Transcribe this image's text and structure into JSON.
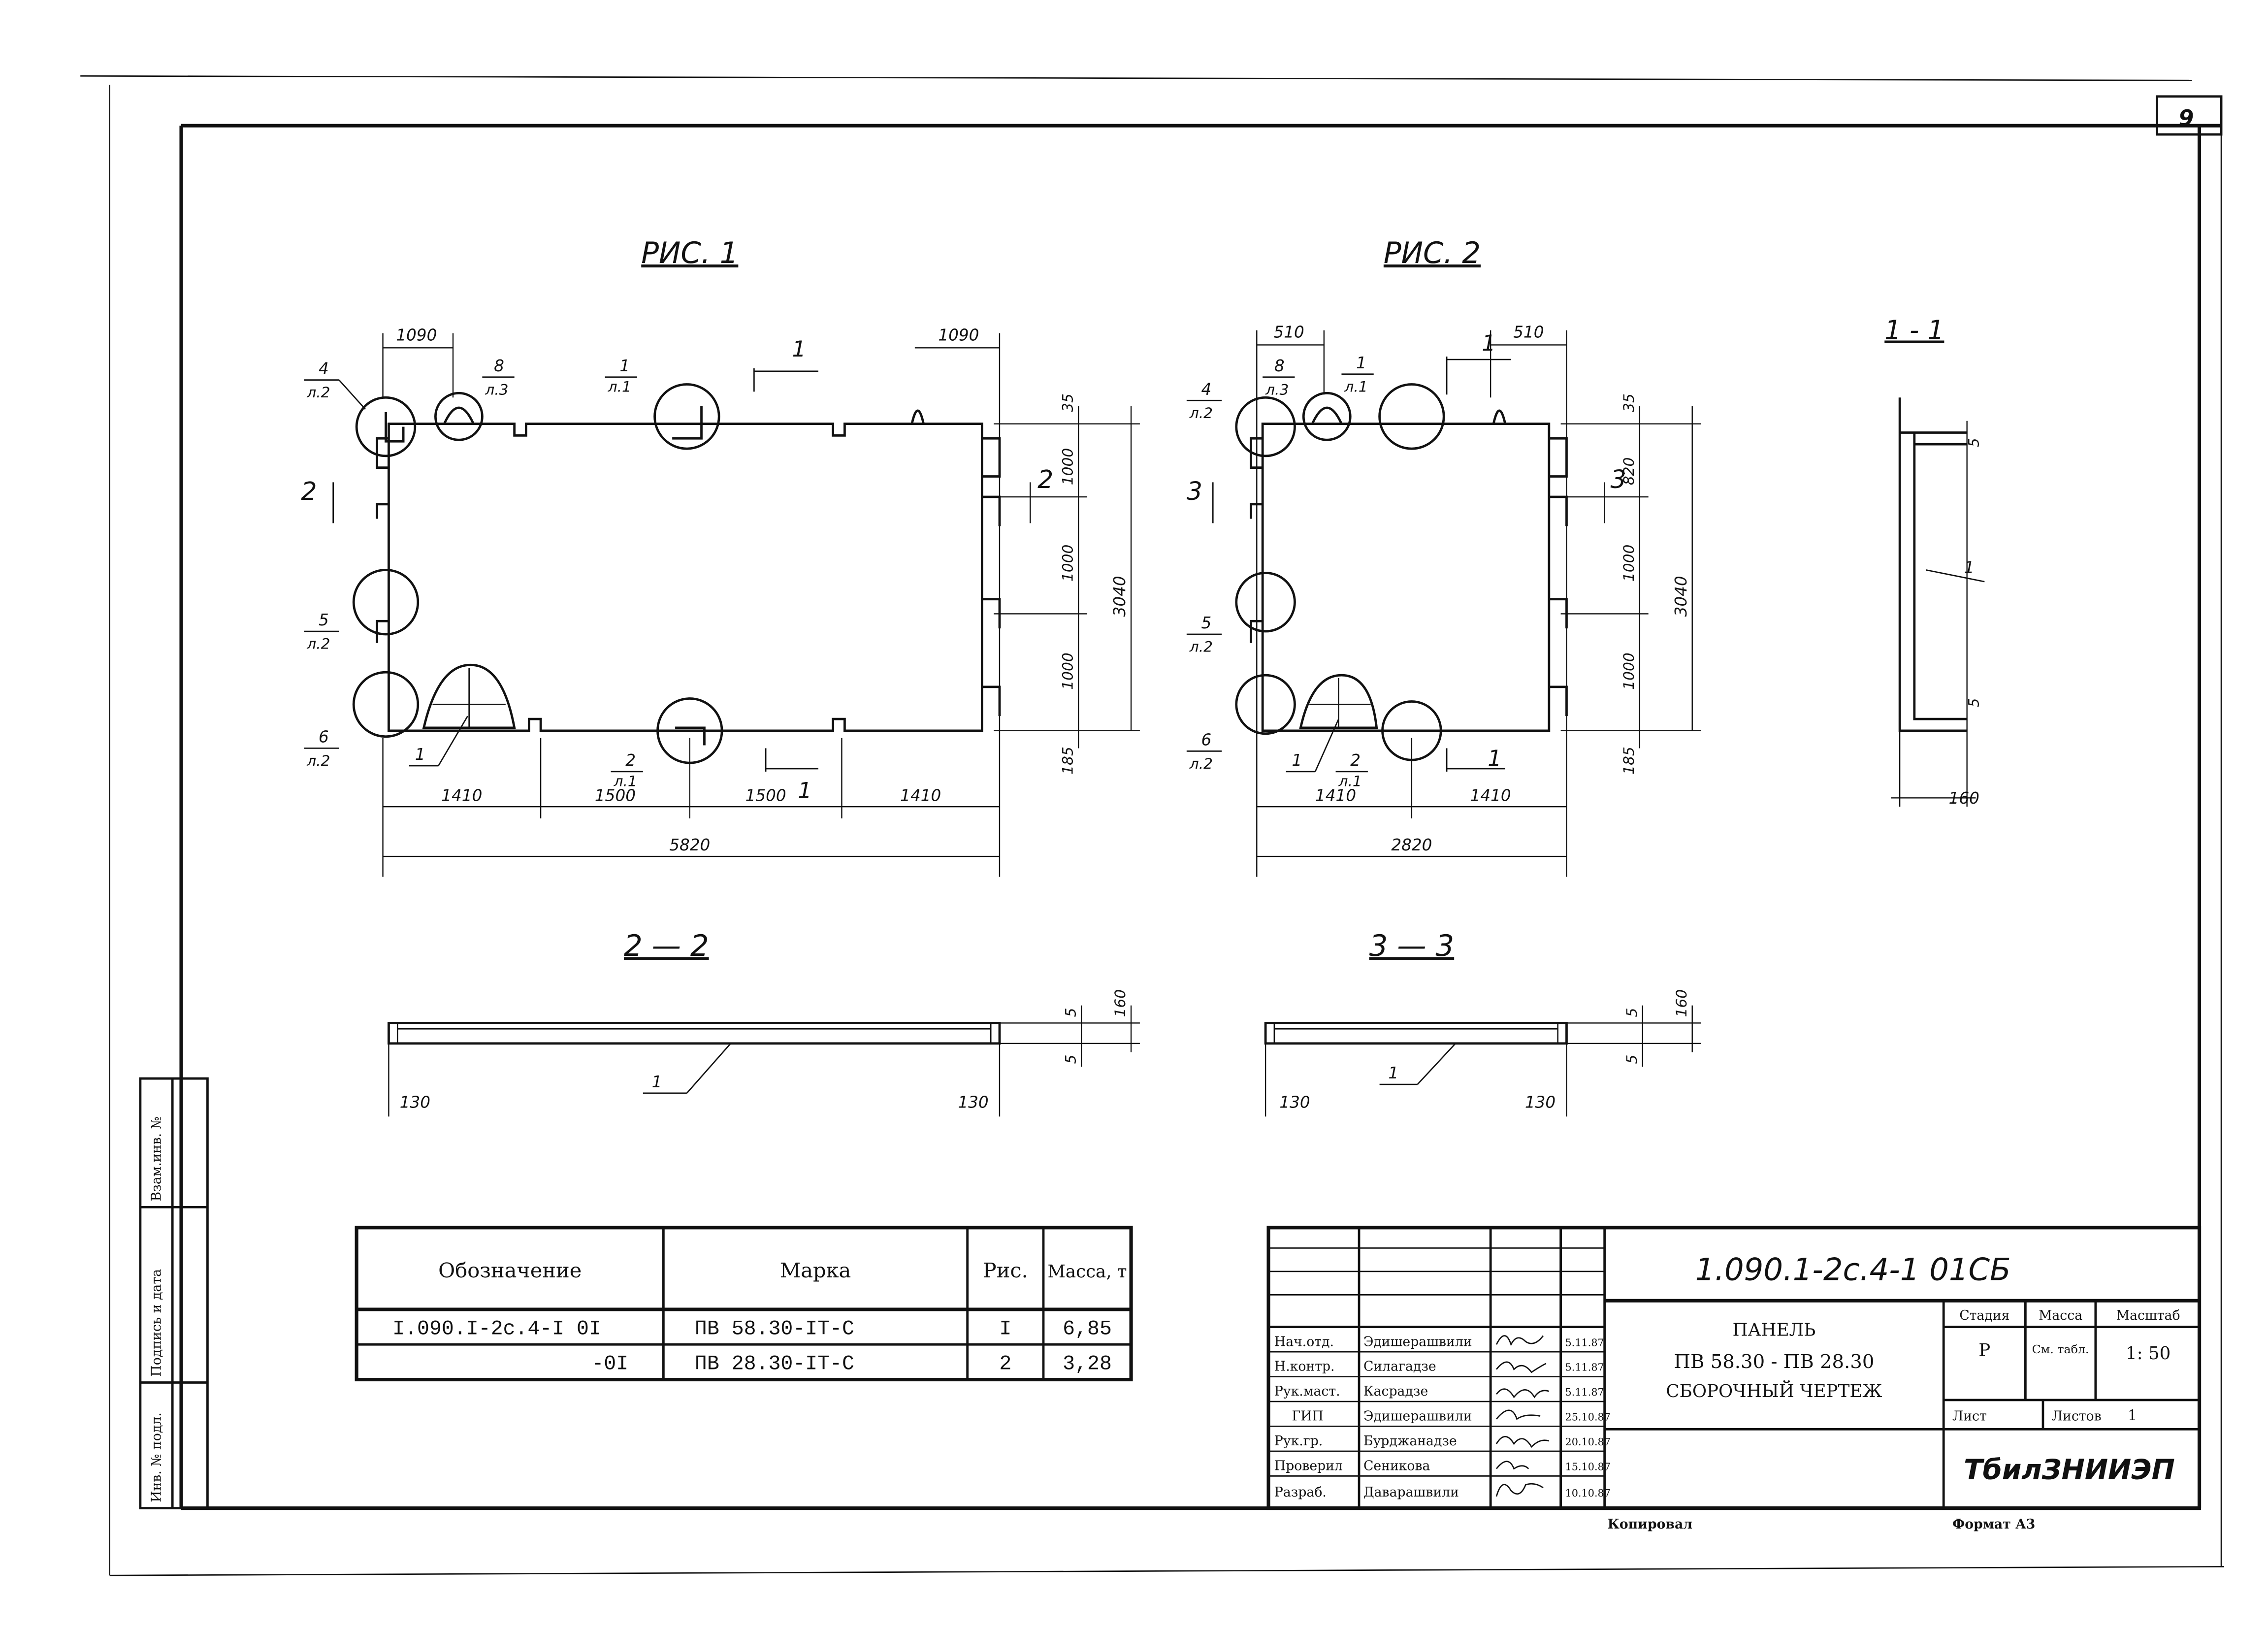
{
  "sheet": {
    "page_number": "9",
    "copied_label": "Копировал",
    "format_label": "Формат А3"
  },
  "figures": {
    "fig1_title": "РИС. 1",
    "fig2_title": "РИС. 2",
    "section_1_1": "1 - 1",
    "section_2_2": "2 — 2",
    "section_3_3": "3 — 3"
  },
  "fig1": {
    "top_left_dim": "1090",
    "top_right_dim": "1090",
    "bottom_dims": [
      "1410",
      "1500",
      "1500",
      "1410"
    ],
    "overall_width": "5820",
    "right_dims": [
      "35",
      "1000",
      "1000",
      "1000",
      "185"
    ],
    "overall_height": "3040",
    "callouts": [
      {
        "num": "4",
        "sheet": "л.2"
      },
      {
        "num": "8",
        "sheet": "л.3"
      },
      {
        "num": "1",
        "sheet": "л.1"
      },
      {
        "num": "5",
        "sheet": "л.2"
      },
      {
        "num": "6",
        "sheet": "л.2"
      },
      {
        "num": "2",
        "sheet": "л.1"
      }
    ],
    "cut_marks": [
      "1",
      "1",
      "2",
      "2"
    ],
    "leader": "1"
  },
  "fig2": {
    "top_left_dim": "510",
    "top_right_dim": "510",
    "bottom_dims": [
      "1410",
      "1410"
    ],
    "overall_width": "2820",
    "right_dims": [
      "35",
      "820",
      "1000",
      "1000",
      "185"
    ],
    "overall_height": "3040",
    "callouts": [
      {
        "num": "4",
        "sheet": "л.2"
      },
      {
        "num": "8",
        "sheet": "л.3"
      },
      {
        "num": "1",
        "sheet": "л.1"
      },
      {
        "num": "5",
        "sheet": "л.2"
      },
      {
        "num": "6",
        "sheet": "л.2"
      },
      {
        "num": "2",
        "sheet": "л.1"
      }
    ],
    "cut_marks": [
      "1",
      "1",
      "3",
      "3"
    ],
    "leader": "1"
  },
  "section11": {
    "dims": [
      "5",
      "5",
      "160"
    ],
    "leader": "1"
  },
  "section22": {
    "dims": [
      "5",
      "5",
      "160",
      "130",
      "130"
    ],
    "leader": "1"
  },
  "section33": {
    "dims": [
      "5",
      "5",
      "160",
      "130",
      "130"
    ],
    "leader": "1"
  },
  "spec_table": {
    "headers": [
      "Обозначение",
      "Марка",
      "Рис.",
      "Масса, т"
    ],
    "rows": [
      [
        "I.090.I-2с.4-I 0I",
        "ПВ 58.30-IТ-С",
        "I",
        "6,85"
      ],
      [
        "-0I",
        "ПВ 28.30-IТ-С",
        "2",
        "3,28"
      ]
    ]
  },
  "title_block": {
    "code": "1.090.1-2с.4-1 01СБ",
    "name_lines": [
      "ПАНЕЛЬ",
      "ПВ 58.30 - ПВ 28.30",
      "СБОРОЧНЫЙ ЧЕРТЕЖ"
    ],
    "stage_header": "Стадия",
    "mass_header": "Масса",
    "scale_header": "Масштаб",
    "stage": "Р",
    "mass": "См. табл.",
    "scale": "1: 50",
    "sheet_label": "Лист",
    "sheets_label": "Листов",
    "sheets_value": "1",
    "organization": "ТбилЗНИИЭП",
    "signers": [
      {
        "role": "Нач.отд.",
        "name": "Эдишерашвили",
        "date": "5.11.87"
      },
      {
        "role": "Н.контр.",
        "name": "Силагадзе",
        "date": "5.11.87"
      },
      {
        "role": "Рук.маст.",
        "name": "Касрадзе",
        "date": "5.11.87"
      },
      {
        "role": "ГИП",
        "name": "Эдишерашвили",
        "date": "25.10.87"
      },
      {
        "role": "Рук.гр.",
        "name": "Бурджанадзе",
        "date": "20.10.87"
      },
      {
        "role": "Проверил",
        "name": "Сеникова",
        "date": "15.10.87"
      },
      {
        "role": "Разраб.",
        "name": "Даварашвили",
        "date": "10.10.87"
      }
    ]
  },
  "margin_stamps": [
    "Инв. № подл.",
    "Подпись и дата",
    "Взам.инв. №"
  ]
}
